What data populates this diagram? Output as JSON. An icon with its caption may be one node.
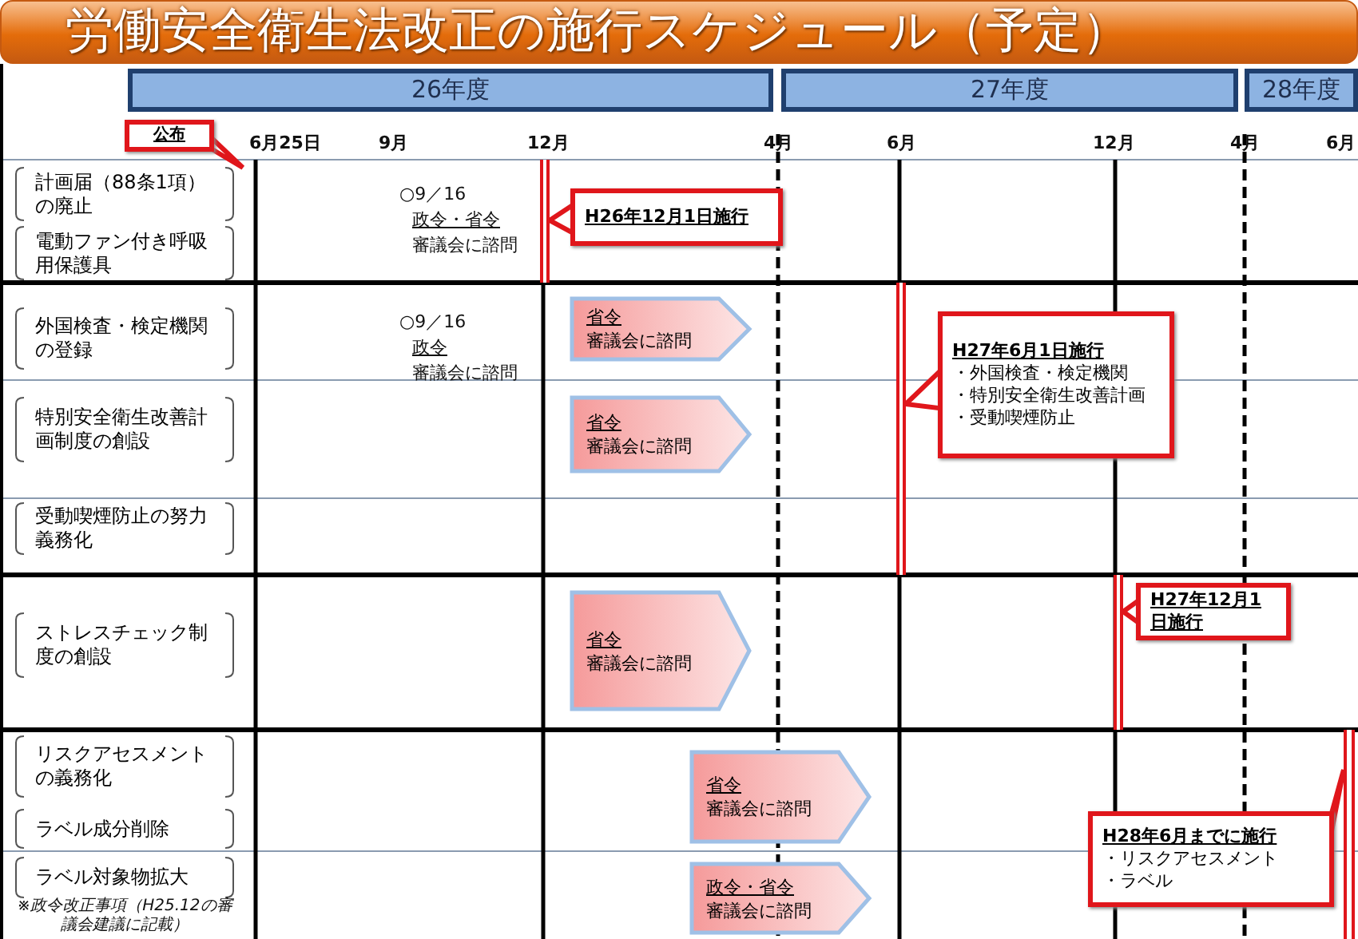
{
  "diagram": {
    "title": "労働安全衛生法改正の施行スケジュール（予定）",
    "nodes": [
      {
        "text": [
          "26年度"
        ]
      },
      {
        "text": [
          "27年度"
        ]
      },
      {
        "text": [
          "28年度"
        ]
      },
      {
        "text": [
          "公布"
        ]
      },
      {
        "text": [
          "計画届（88条1項）の廃止"
        ]
      },
      {
        "text": [
          "電動ファン付き呼吸用保護具"
        ]
      },
      {
        "text": [],
        "shape": "bar"
      },
      {
        "text": [
          "H26年12月1日施行"
        ]
      },
      {
        "text": [
          "外国検査・検定機関の登録"
        ]
      },
      {
        "text": [
          "省令",
          "審議会に諮問"
        ]
      },
      {
        "text": [],
        "shape": "bar"
      },
      {
        "text": [
          "H27年6月1日施行",
          "・外国検査・検定機関",
          "・特別安全衛生改善計画",
          "・受動喫煙防止"
        ]
      },
      {
        "text": [
          "特別安全衛生改善計画制度の創設"
        ]
      },
      {
        "text": [
          "省令",
          "審議会に諮問"
        ]
      },
      {
        "text": [
          "受動喫煙防止の努力義務化"
        ]
      },
      {
        "text": [
          "ストレスチェック制度の創設"
        ]
      },
      {
        "text": [
          "省令",
          "審議会に諮問"
        ]
      },
      {
        "text": [],
        "shape": "bar"
      },
      {
        "text": [
          "H27年12月1日施行"
        ]
      },
      {
        "text": [
          "リスクアセスメントの義務化"
        ]
      },
      {
        "text": [
          "省令",
          "審議会に諮問"
        ]
      },
      {
        "text": [],
        "shape": "bar"
      },
      {
        "text": [
          "H28年6月までに施行",
          "・リスクアセスメント",
          "・ラベル"
        ]
      },
      {
        "text": [
          "ラベル成分削除"
        ]
      },
      {
        "text": [
          "ラベル対象物拡大"
        ],
        "beside": [
          "※政令改正事項（H25.12の審議会建議に記載）"
        ]
      },
      {
        "text": [
          "政令・省令",
          "審議会に諮問"
        ]
      }
    ],
    "edges": [
      {
        "from": 3,
        "to": null,
        "arrow": "to"
      },
      {
        "from": 7,
        "to": 6,
        "arrow": "to"
      },
      {
        "from": 11,
        "to": 10,
        "arrow": "to"
      },
      {
        "from": 18,
        "to": 17,
        "arrow": "to"
      },
      {
        "from": 22,
        "to": 21,
        "arrow": "to"
      }
    ],
    "labels": [
      "6月25日",
      "9月",
      "12月",
      "4月",
      "6月",
      "12月",
      "4月",
      "6月",
      "○9／16",
      "政令・省令",
      "審議会に諮問",
      "○9／16",
      "政令",
      "審議会に諮問"
    ]
  }
}
